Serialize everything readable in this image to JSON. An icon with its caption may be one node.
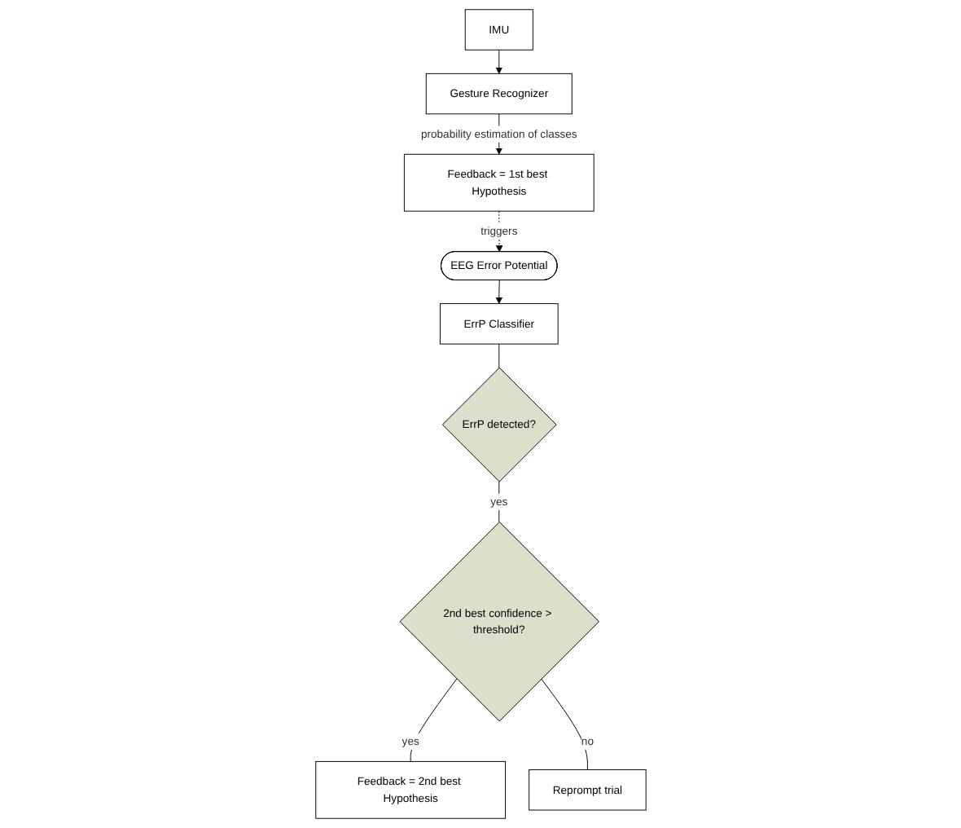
{
  "diagram": {
    "nodes": [
      {
        "text": [
          "IMU"
        ]
      },
      {
        "text": [
          "Gesture Recognizer"
        ]
      },
      {
        "text": [
          "Feedback = 1st best Hypothesis"
        ]
      },
      {
        "text": [
          "EEG Error Potential"
        ]
      },
      {
        "text": [
          "ErrP Classifier"
        ]
      },
      {
        "text": [
          "ErrP detected?"
        ]
      },
      {
        "text": [
          "2nd best confidence > threshold?"
        ]
      },
      {
        "text": [
          "Feedback = 2nd best Hypothesis"
        ]
      },
      {
        "text": [
          "Reprompt trial"
        ]
      }
    ],
    "edges": [
      {
        "from": 0,
        "to": 1,
        "arrow": "to"
      },
      {
        "from": 1,
        "to": 2,
        "arrow": "to",
        "label": "probability estimation of classes"
      },
      {
        "from": 2,
        "to": 3,
        "arrow": "to",
        "label": "triggers",
        "style": "dashed"
      },
      {
        "from": 3,
        "to": 4,
        "arrow": "to"
      },
      {
        "from": 4,
        "to": 5,
        "arrow": "none"
      },
      {
        "from": 5,
        "to": 6,
        "arrow": "none",
        "label": "yes"
      },
      {
        "from": 6,
        "to": 7,
        "arrow": "none",
        "label": "yes"
      },
      {
        "from": 6,
        "to": 8,
        "arrow": "none",
        "label": "no"
      }
    ]
  }
}
